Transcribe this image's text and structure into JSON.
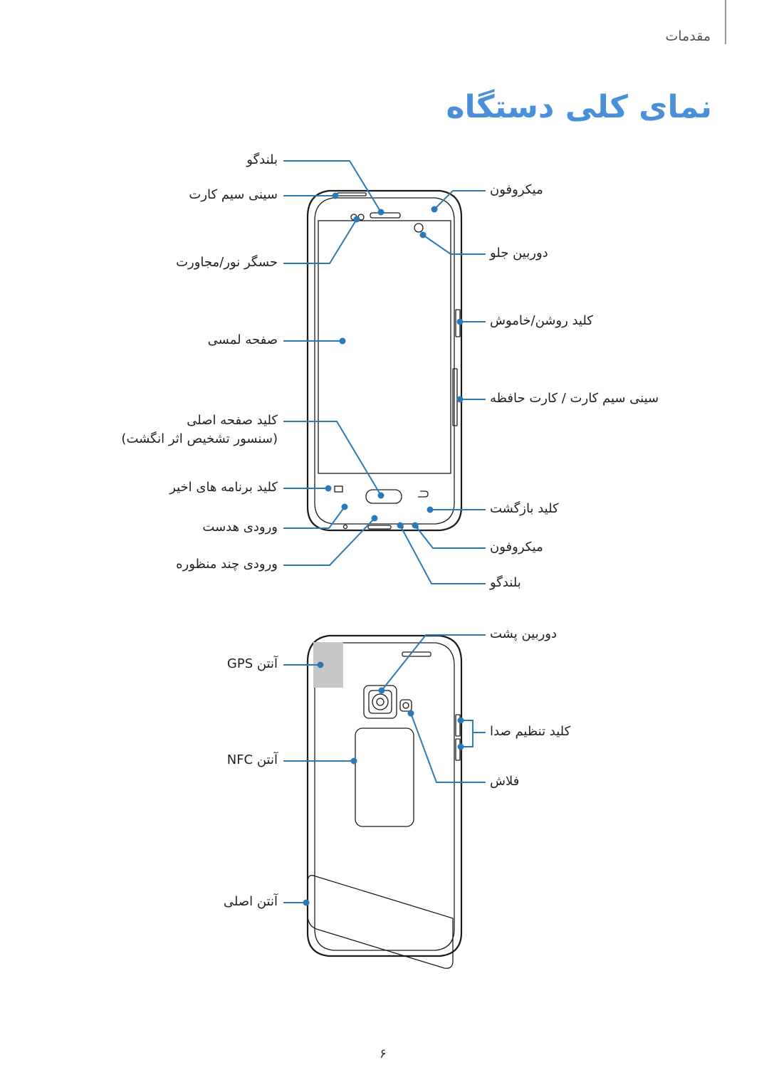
{
  "header": {
    "section": "مقدمات"
  },
  "title": "نمای کلی دستگاه",
  "front_labels_left": [
    {
      "id": "speaker-top",
      "text": "بلندگو"
    },
    {
      "id": "sim-slot-1",
      "text": "سینی سیم کارت"
    },
    {
      "id": "light-sensor",
      "text": "حسگر نور/مجاورت"
    },
    {
      "id": "touchscreen",
      "text": "صفحه لمسی"
    },
    {
      "id": "home-key-1",
      "text": "کلید صفحه اصلی"
    },
    {
      "id": "home-key-2",
      "text": "(سنسور تشخیص اثر انگشت)"
    },
    {
      "id": "recent-apps",
      "text": "کلید برنامه های اخیر"
    },
    {
      "id": "headset-jack",
      "text": "ورودی هدست"
    },
    {
      "id": "multi-jack",
      "text": "ورودی چند منظوره"
    }
  ],
  "front_labels_right": [
    {
      "id": "mic-top",
      "text": "میکروفون"
    },
    {
      "id": "front-camera",
      "text": "دوربین جلو"
    },
    {
      "id": "power-key",
      "text": "کلید روشن/خاموش"
    },
    {
      "id": "sim-slot-2",
      "text": "سینی سیم کارت / کارت حافظه"
    },
    {
      "id": "back-key",
      "text": "کلید بازگشت"
    },
    {
      "id": "mic-bottom",
      "text": "میکروفون"
    },
    {
      "id": "speaker-bottom",
      "text": "بلندگو"
    }
  ],
  "back_labels_left": [
    {
      "id": "gps-antenna",
      "text": "آنتن GPS"
    },
    {
      "id": "nfc-antenna",
      "text": "آنتن NFC"
    },
    {
      "id": "main-antenna",
      "text": "آنتن اصلی"
    }
  ],
  "back_labels_right": [
    {
      "id": "rear-camera",
      "text": "دوربین پشت"
    },
    {
      "id": "volume-key",
      "text": "کلید تنظیم صدا"
    },
    {
      "id": "flash",
      "text": "فلاش"
    }
  ],
  "page_number": "۶",
  "colors": {
    "accent": "#4a90d9",
    "callout": "#2a7ab8"
  }
}
